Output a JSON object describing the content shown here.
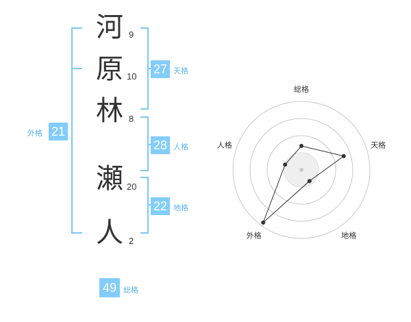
{
  "name": {
    "chars": [
      {
        "char": "河",
        "strokes": "9"
      },
      {
        "char": "原",
        "strokes": "10"
      },
      {
        "char": "林",
        "strokes": "8"
      },
      {
        "char": "瀬",
        "strokes": "20"
      },
      {
        "char": "人",
        "strokes": "2"
      }
    ]
  },
  "kaku": {
    "tenkaku": {
      "value": "27",
      "label": "天格"
    },
    "jinkaku": {
      "value": "28",
      "label": "人格"
    },
    "chikaku": {
      "value": "22",
      "label": "地格"
    },
    "gaikaku": {
      "value": "21",
      "label": "外格"
    },
    "soukaku": {
      "value": "49",
      "label": "総格"
    }
  },
  "colors": {
    "accent": "#82cdfa",
    "bracket": "#7cc7f5",
    "label": "#5bb5ee",
    "text": "#333333"
  },
  "chart_data": {
    "type": "radar",
    "axes": [
      "総格",
      "天格",
      "地格",
      "外格",
      "人格"
    ],
    "values": [
      0.35,
      0.65,
      0.2,
      0.95,
      0.25
    ],
    "rings": 4,
    "grid": true
  }
}
